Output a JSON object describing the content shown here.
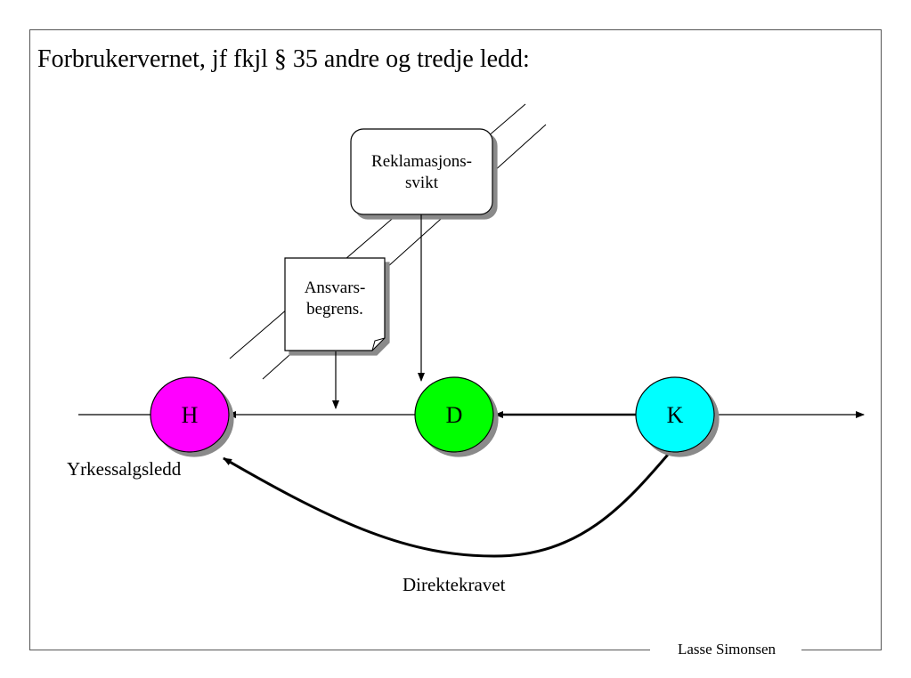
{
  "slide": {
    "title": "Forbrukervernet, jf fkjl § 35 andre og tredje ledd:",
    "footer": "Lasse Simonsen"
  },
  "nodes": {
    "h": {
      "label": "H",
      "color": "#ff00ff"
    },
    "d": {
      "label": "D",
      "color": "#00ff00"
    },
    "k": {
      "label": "K",
      "color": "#00ffff"
    }
  },
  "boxes": {
    "reklamasjon": {
      "line1": "Reklamasjons-",
      "line2": "svikt"
    },
    "ansvar": {
      "line1": "Ansvars-",
      "line2": "begrens."
    }
  },
  "labels": {
    "yrkessalgsledd": "Yrkessalgsledd",
    "direktekravet": "Direktekravet"
  }
}
